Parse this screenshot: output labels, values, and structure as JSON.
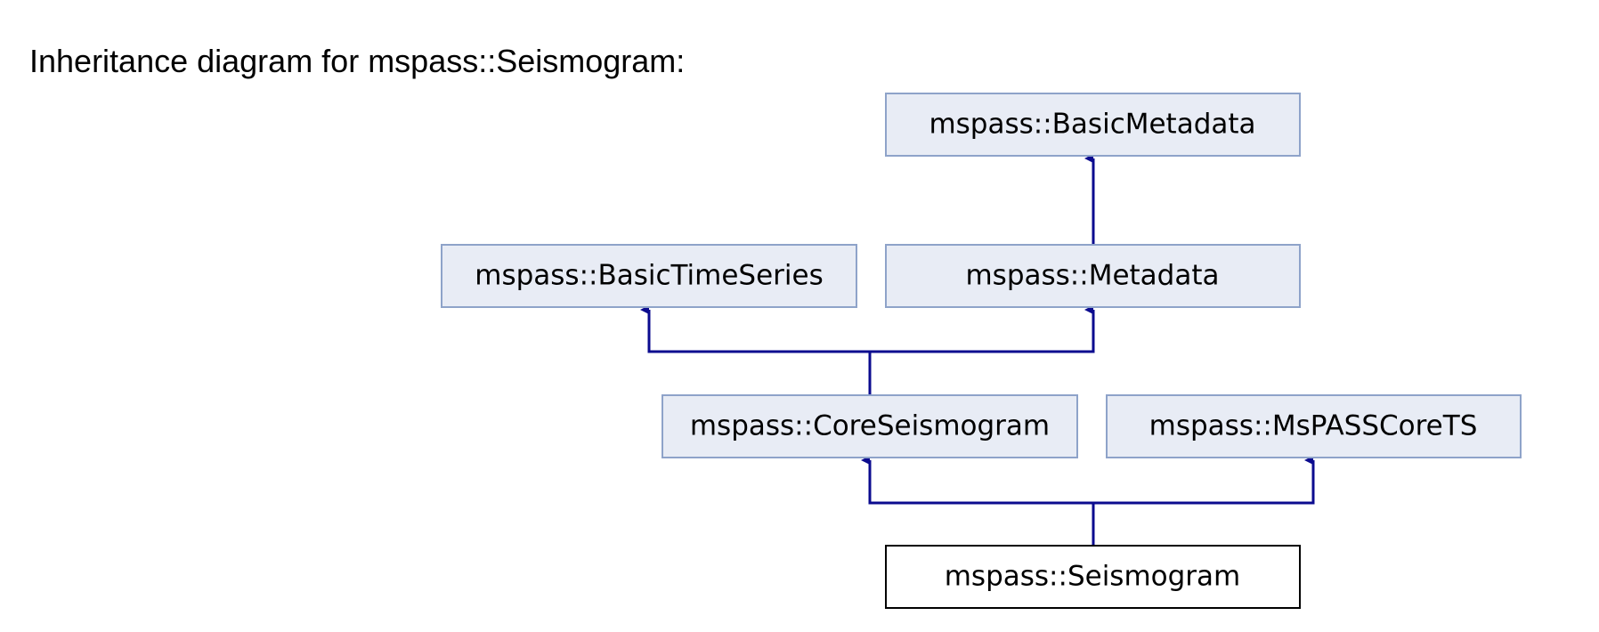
{
  "heading": "Inheritance diagram for mspass::Seismogram:",
  "colors": {
    "base_fill": "#e8ecf5",
    "base_border": "#8ea3c9",
    "current_fill": "#ffffff",
    "current_border": "#000000",
    "edge": "#0b0b8f"
  },
  "nodes": {
    "basic_metadata": "mspass::BasicMetadata",
    "basic_time_series": "mspass::BasicTimeSeries",
    "metadata": "mspass::Metadata",
    "core_seismogram": "mspass::CoreSeismogram",
    "mspass_core_ts": "mspass::MsPASSCoreTS",
    "seismogram": "mspass::Seismogram"
  },
  "edges": [
    {
      "from": "metadata",
      "to": "basic_metadata"
    },
    {
      "from": "core_seismogram",
      "to": "basic_time_series"
    },
    {
      "from": "core_seismogram",
      "to": "metadata"
    },
    {
      "from": "seismogram",
      "to": "core_seismogram"
    },
    {
      "from": "seismogram",
      "to": "mspass_core_ts"
    }
  ]
}
